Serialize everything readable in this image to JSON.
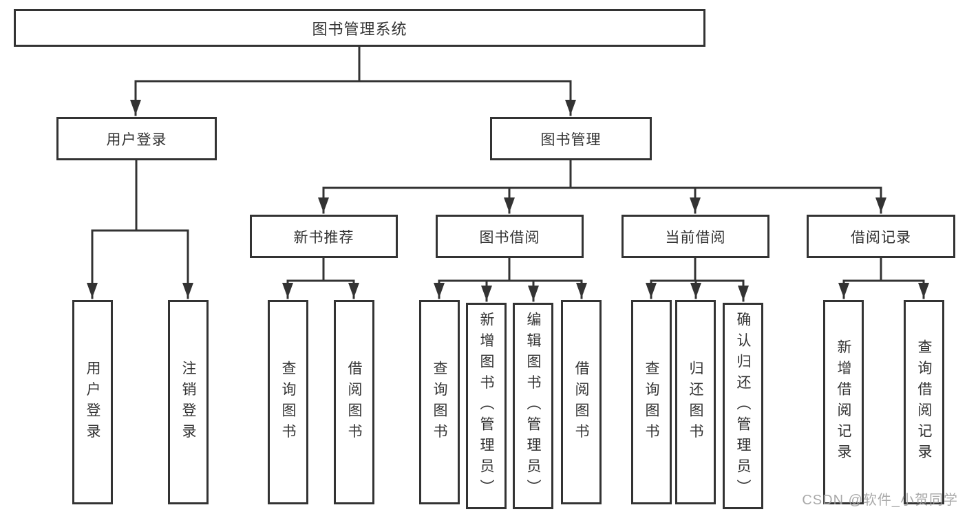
{
  "diagram": {
    "type": "hierarchy-org-chart",
    "orientation": "top-down",
    "leaf_text_direction": "vertical"
  },
  "tree": {
    "label": "图书管理系统",
    "children": [
      {
        "label": "用户登录",
        "children": [
          {
            "label": "用户登录"
          },
          {
            "label": "注销登录"
          }
        ]
      },
      {
        "label": "图书管理",
        "children": [
          {
            "label": "新书推荐",
            "children": [
              {
                "label": "查询图书"
              },
              {
                "label": "借阅图书"
              }
            ]
          },
          {
            "label": "图书借阅",
            "children": [
              {
                "label": "查询图书"
              },
              {
                "label": "新增图书（管理员）"
              },
              {
                "label": "编辑图书（管理员）"
              },
              {
                "label": "借阅图书"
              }
            ]
          },
          {
            "label": "当前借阅",
            "children": [
              {
                "label": "查询图书"
              },
              {
                "label": "归还图书"
              },
              {
                "label": "确认归还（管理员）"
              }
            ]
          },
          {
            "label": "借阅记录",
            "children": [
              {
                "label": "新增借阅记录"
              },
              {
                "label": "查询借阅记录"
              }
            ]
          }
        ]
      }
    ]
  },
  "watermark": {
    "text": "CSDN @软件_小贺同学"
  },
  "colors": {
    "background": "#ffffff",
    "line": "#333333",
    "box_border": "#333333",
    "box_fill": "#ffffff",
    "text": "#333333",
    "watermark": "#a0a0a0"
  }
}
